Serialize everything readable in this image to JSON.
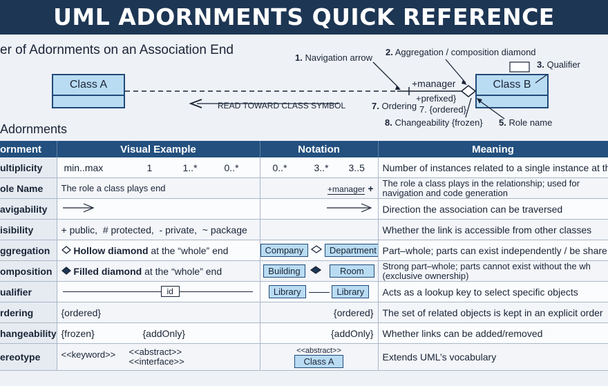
{
  "title": "UML ADORNMENTS QUICK REFERENCE",
  "diagram": {
    "section_title": "er of Adornments on an Association End",
    "class_a": "Class A",
    "class_b": "Class B",
    "read_label": "READ TOWARD CLASS SYMBOL",
    "role": "+manager",
    "prefixed": "+prefixed}",
    "ordered": "7. {ordered}",
    "callouts": {
      "c1_num": "1.",
      "c1": "Navigation arrow",
      "c2_num": "2.",
      "c2": "Aggregation / composition diamond",
      "c3_num": "3.",
      "c3": "Qualifier",
      "c5_num": "5.",
      "c5": "Role name",
      "c7_num": "7.",
      "c7": "Ordering",
      "c8_num": "8.",
      "c8": "Changeability {frozen}"
    }
  },
  "table_section_title": "Adornments",
  "table": {
    "headers": [
      "ornment",
      "Visual Example",
      "Notation",
      "Meaning"
    ],
    "rows": {
      "multiplicity": {
        "name": "ultiplicity",
        "v": [
          "min..max",
          "1",
          "1..*",
          "0..*"
        ],
        "n": [
          "0..*",
          "3..*",
          "3..5"
        ],
        "m": "Number of instances related to a single instance at the"
      },
      "role": {
        "name": "ole Name",
        "v": "The role a class plays end",
        "n": "+manager",
        "n2": "+",
        "m1": "The role a class plays in the relationship; used for",
        "m2": "navigation and code generation"
      },
      "nav": {
        "name": "avigability",
        "m": "Direction the association can be traversed"
      },
      "vis": {
        "name": "isibility",
        "v": [
          "+ public,",
          "# protected,",
          "- private,",
          "~ package"
        ],
        "m": "Whether the link is accessible from other classes"
      },
      "agg": {
        "name": "ggregation",
        "v_bold": "Hollow diamond",
        "v_rest": "at the “whole” end",
        "n1": "Company",
        "n2": "Department",
        "m": "Part–whole; parts can exist independently / be share"
      },
      "comp": {
        "name": "omposition",
        "v_bold": "Filled diamond",
        "v_rest": "at the “whole” end",
        "n1": "Building",
        "n2": "Room",
        "m1": "Strong part–whole; parts cannot exist without the wh",
        "m2": "(exclusive ownership)"
      },
      "qual": {
        "name": "ualifier",
        "v": "id",
        "n1": "Library",
        "n2": "Library",
        "m": "Acts as a lookup key to select specific objects"
      },
      "ord": {
        "name": "rdering",
        "v": "{ordered}",
        "n": "{ordered}",
        "m": "The set of related objects is kept in an explicit order"
      },
      "chg": {
        "name": "hangeability",
        "v1": "{frozen}",
        "v2": "{addOnly}",
        "n": "{addOnly}",
        "m": "Whether links can be added/removed"
      },
      "st": {
        "name": "ereotype",
        "v1": "<<keyword>>",
        "v2": "<<abstract>>",
        "v3": "<<interface>>",
        "n1": "<<abstract>>",
        "n2": "Class A",
        "m": "Extends UML’s vocabulary"
      }
    }
  },
  "colors": {
    "banner": "#1d3654",
    "header": "#23507e",
    "class_fill": "#b9dcf3",
    "class_border": "#1f4a78"
  }
}
